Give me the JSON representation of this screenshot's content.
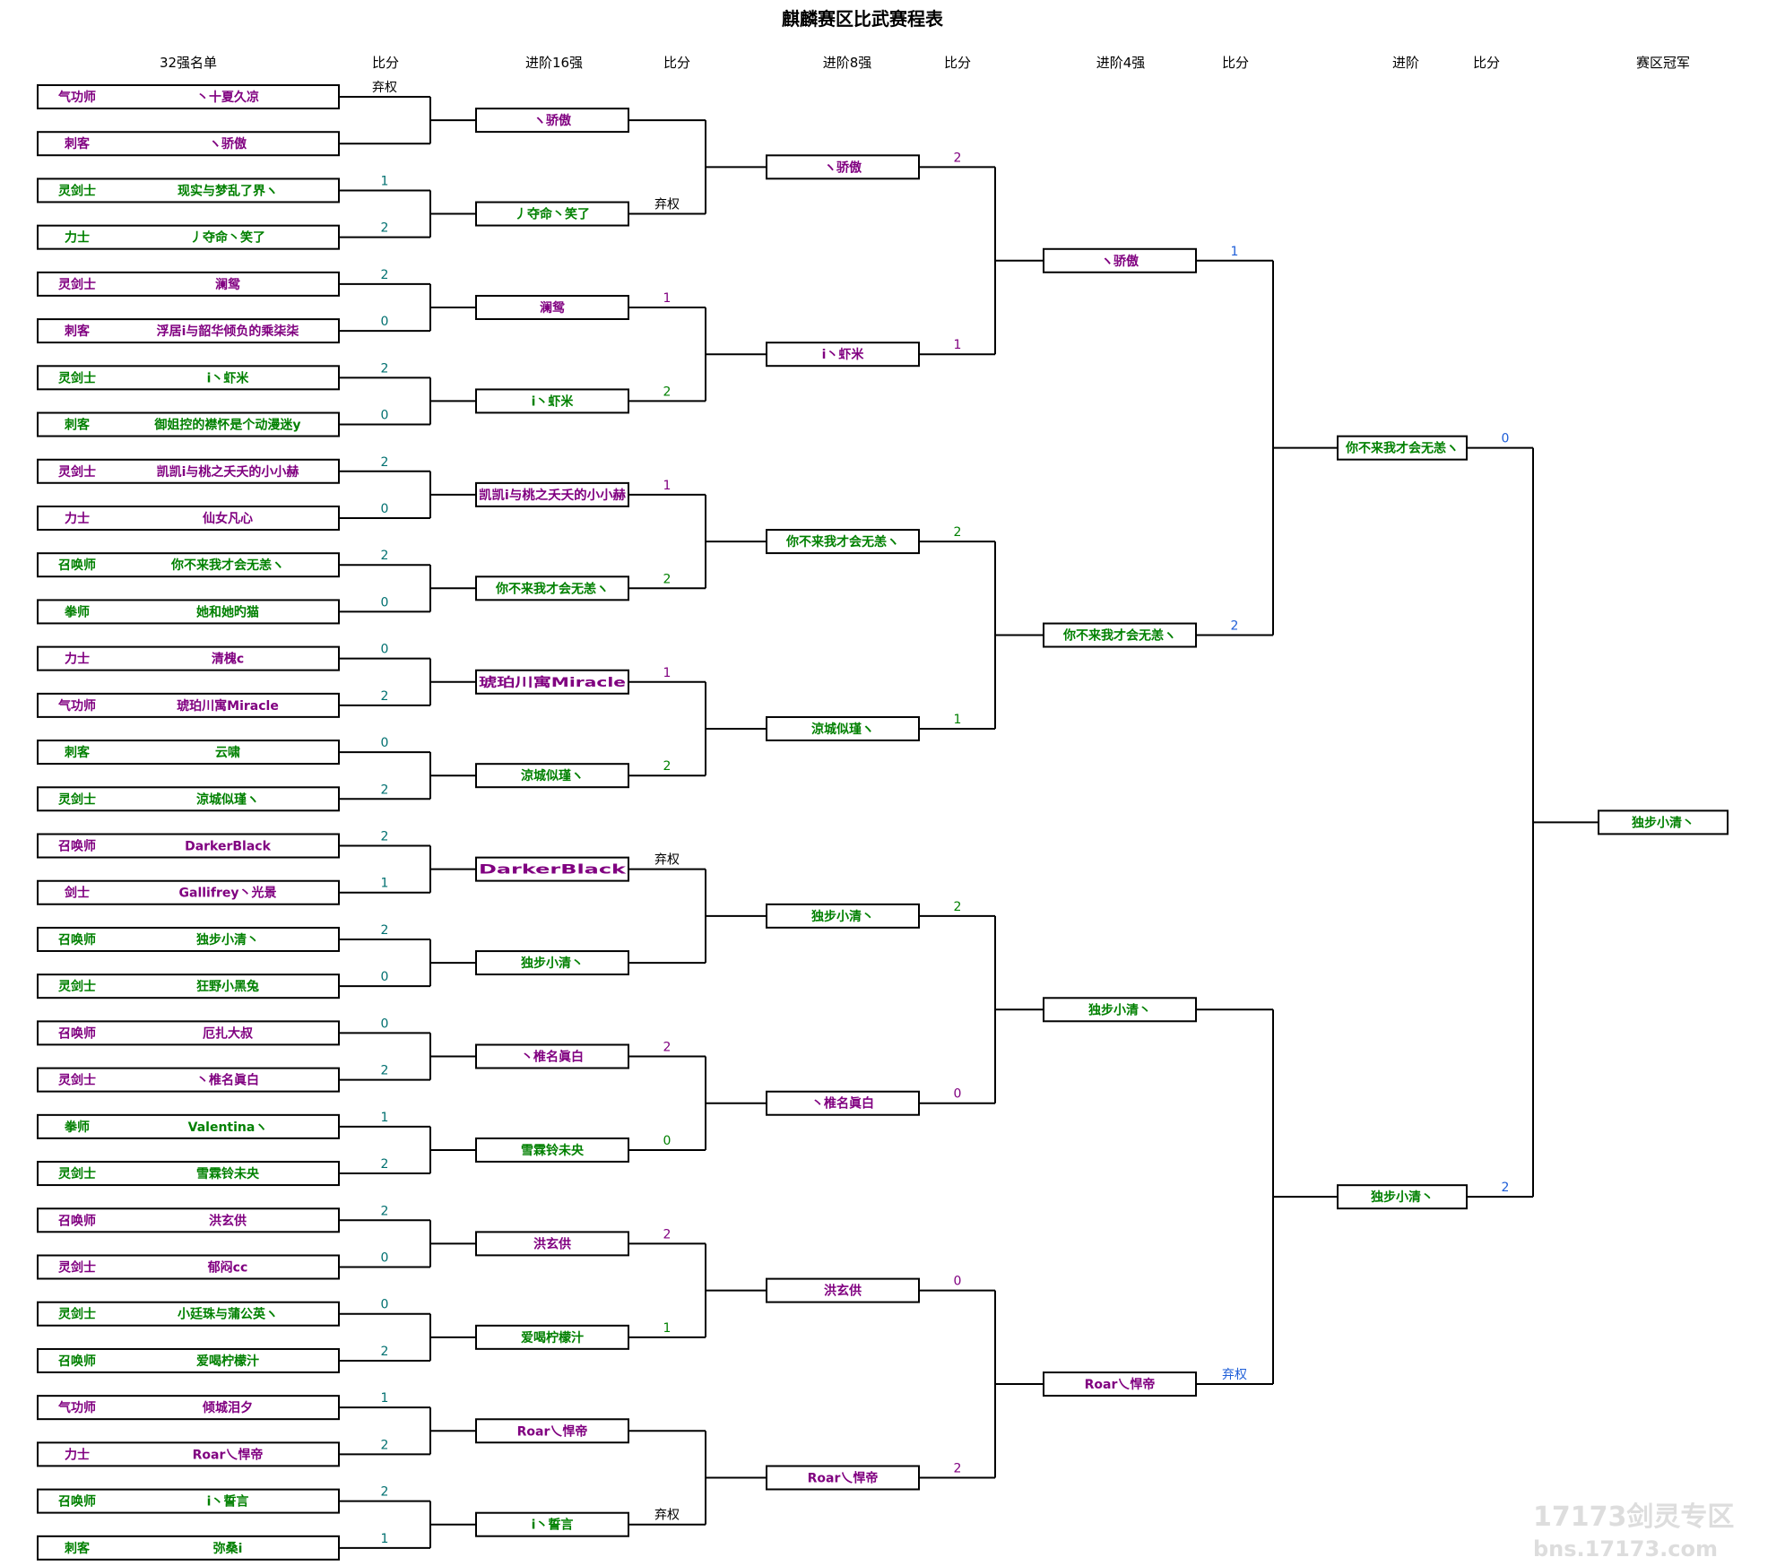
{
  "title": "麒麟赛区比武赛程表",
  "headers": [
    "32强名单",
    "比分",
    "进阶16强",
    "比分",
    "进阶8强",
    "比分",
    "进阶4强",
    "比分",
    "进阶",
    "比分",
    "赛区冠军"
  ],
  "colors": {
    "purple": "#800080",
    "green": "#008000",
    "teal": "#007070",
    "blue": "#1e5ed8",
    "line": "#000000"
  },
  "round32": [
    {
      "cls": "气功师",
      "name": "丶十夏久凉",
      "color": "purple",
      "score": "弃权"
    },
    {
      "cls": "刺客",
      "name": "ヽ骄傲",
      "color": "purple",
      "score": ""
    },
    {
      "cls": "灵剑士",
      "name": "现实与梦乱了界ヽ",
      "color": "green",
      "score": "1"
    },
    {
      "cls": "力士",
      "name": "丿夺命丶笑了",
      "color": "green",
      "score": "2"
    },
    {
      "cls": "灵剑士",
      "name": "澜鸳",
      "color": "purple",
      "score": "2"
    },
    {
      "cls": "刺客",
      "name": "浮居i与韶华倾负的乘柒柒",
      "color": "purple",
      "score": "0"
    },
    {
      "cls": "灵剑士",
      "name": "i丶虾米",
      "color": "green",
      "score": "2"
    },
    {
      "cls": "刺客",
      "name": "御姐控的襟怀是个动漫迷y",
      "color": "green",
      "score": "0"
    },
    {
      "cls": "灵剑士",
      "name": "凯凯i与桃之夭夭的小小赫",
      "color": "purple",
      "score": "2"
    },
    {
      "cls": "力士",
      "name": "仙女凡心",
      "color": "purple",
      "score": "0"
    },
    {
      "cls": "召唤师",
      "name": "你不来我才会无恙ヽ",
      "color": "green",
      "score": "2"
    },
    {
      "cls": "拳师",
      "name": "她和她旳猫",
      "color": "green",
      "score": "0"
    },
    {
      "cls": "力士",
      "name": "清槐c",
      "color": "purple",
      "score": "0"
    },
    {
      "cls": "气功师",
      "name": "琥珀川寓Miracle",
      "color": "purple",
      "score": "2"
    },
    {
      "cls": "刺客",
      "name": "云啸",
      "color": "green",
      "score": "0"
    },
    {
      "cls": "灵剑士",
      "name": "涼城似瑾ヽ",
      "color": "green",
      "score": "2"
    },
    {
      "cls": "召唤师",
      "name": "DarkerBlack",
      "color": "purple",
      "score": "2"
    },
    {
      "cls": "剑士",
      "name": "Gallifrey丶光景",
      "color": "purple",
      "score": "1"
    },
    {
      "cls": "召唤师",
      "name": "独步小清丶",
      "color": "green",
      "score": "2"
    },
    {
      "cls": "灵剑士",
      "name": "狂野小黑兔",
      "color": "green",
      "score": "0"
    },
    {
      "cls": "召唤师",
      "name": "厄扎大叔",
      "color": "purple",
      "score": "0"
    },
    {
      "cls": "灵剑士",
      "name": "丶椎名眞白",
      "color": "purple",
      "score": "2"
    },
    {
      "cls": "拳师",
      "name": "Valentinaヽ",
      "color": "green",
      "score": "1"
    },
    {
      "cls": "灵剑士",
      "name": "雪霖铃未央",
      "color": "green",
      "score": "2"
    },
    {
      "cls": "召唤师",
      "name": "洪玄供",
      "color": "purple",
      "score": "2"
    },
    {
      "cls": "灵剑士",
      "name": "郁闷cc",
      "color": "purple",
      "score": "0"
    },
    {
      "cls": "灵剑士",
      "name": "小廷珠与蒲公英ヽ",
      "color": "green",
      "score": "0"
    },
    {
      "cls": "召唤师",
      "name": "爱喝柠檬汁",
      "color": "green",
      "score": "2"
    },
    {
      "cls": "气功师",
      "name": "倾城泪夕",
      "color": "purple",
      "score": "1"
    },
    {
      "cls": "力士",
      "name": "Roar乀悍帝",
      "color": "purple",
      "score": "2"
    },
    {
      "cls": "召唤师",
      "name": "i丶誓言",
      "color": "green",
      "score": "2"
    },
    {
      "cls": "刺客",
      "name": "弥桑i",
      "color": "green",
      "score": "1"
    }
  ],
  "round16": [
    {
      "name": "ヽ骄傲",
      "color": "purple",
      "score": ""
    },
    {
      "name": "丿夺命丶笑了",
      "color": "green",
      "score": "弃权"
    },
    {
      "name": "澜鸳",
      "color": "purple",
      "score": "1"
    },
    {
      "name": "i丶虾米",
      "color": "green",
      "score": "2"
    },
    {
      "name": "凯凯i与桃之夭夭的小小赫",
      "color": "purple",
      "score": "1"
    },
    {
      "name": "你不来我才会无恙ヽ",
      "color": "green",
      "score": "2"
    },
    {
      "name": "琥珀川寓Miracle",
      "color": "purple",
      "score": "1"
    },
    {
      "name": "涼城似瑾ヽ",
      "color": "green",
      "score": "2"
    },
    {
      "name": "DarkerBlack",
      "color": "purple",
      "score": "弃权"
    },
    {
      "name": "独步小清丶",
      "color": "green",
      "score": ""
    },
    {
      "name": "丶椎名眞白",
      "color": "purple",
      "score": "2"
    },
    {
      "name": "雪霖铃未央",
      "color": "green",
      "score": "0"
    },
    {
      "name": "洪玄供",
      "color": "purple",
      "score": "2"
    },
    {
      "name": "爱喝柠檬汁",
      "color": "green",
      "score": "1"
    },
    {
      "name": "Roar乀悍帝",
      "color": "purple",
      "score": ""
    },
    {
      "name": "i丶誓言",
      "color": "green",
      "score": "弃权"
    }
  ],
  "round8": [
    {
      "name": "ヽ骄傲",
      "color": "purple",
      "score": "2"
    },
    {
      "name": "i丶虾米",
      "color": "purple",
      "score": "1"
    },
    {
      "name": "你不来我才会无恙ヽ",
      "color": "green",
      "score": "2"
    },
    {
      "name": "涼城似瑾ヽ",
      "color": "green",
      "score": "1"
    },
    {
      "name": "独步小清丶",
      "color": "green",
      "score": "2"
    },
    {
      "name": "丶椎名眞白",
      "color": "purple",
      "score": "0"
    },
    {
      "name": "洪玄供",
      "color": "purple",
      "score": "0"
    },
    {
      "name": "Roar乀悍帝",
      "color": "purple",
      "score": "2"
    }
  ],
  "round4": [
    {
      "name": "ヽ骄傲",
      "color": "purple",
      "score": "1"
    },
    {
      "name": "你不来我才会无恙ヽ",
      "color": "green",
      "score": "2"
    },
    {
      "name": "独步小清丶",
      "color": "green",
      "score": ""
    },
    {
      "name": "Roar乀悍帝",
      "color": "purple",
      "score": "弃权"
    }
  ],
  "round2": [
    {
      "name": "你不来我才会无恙ヽ",
      "color": "green",
      "score": "0"
    },
    {
      "name": "独步小清丶",
      "color": "green",
      "score": "2"
    }
  ],
  "champion": {
    "name": "独步小清丶",
    "color": "green"
  },
  "watermark": {
    "line1": "17173剑灵专区",
    "line2": "bns.17173.com"
  }
}
